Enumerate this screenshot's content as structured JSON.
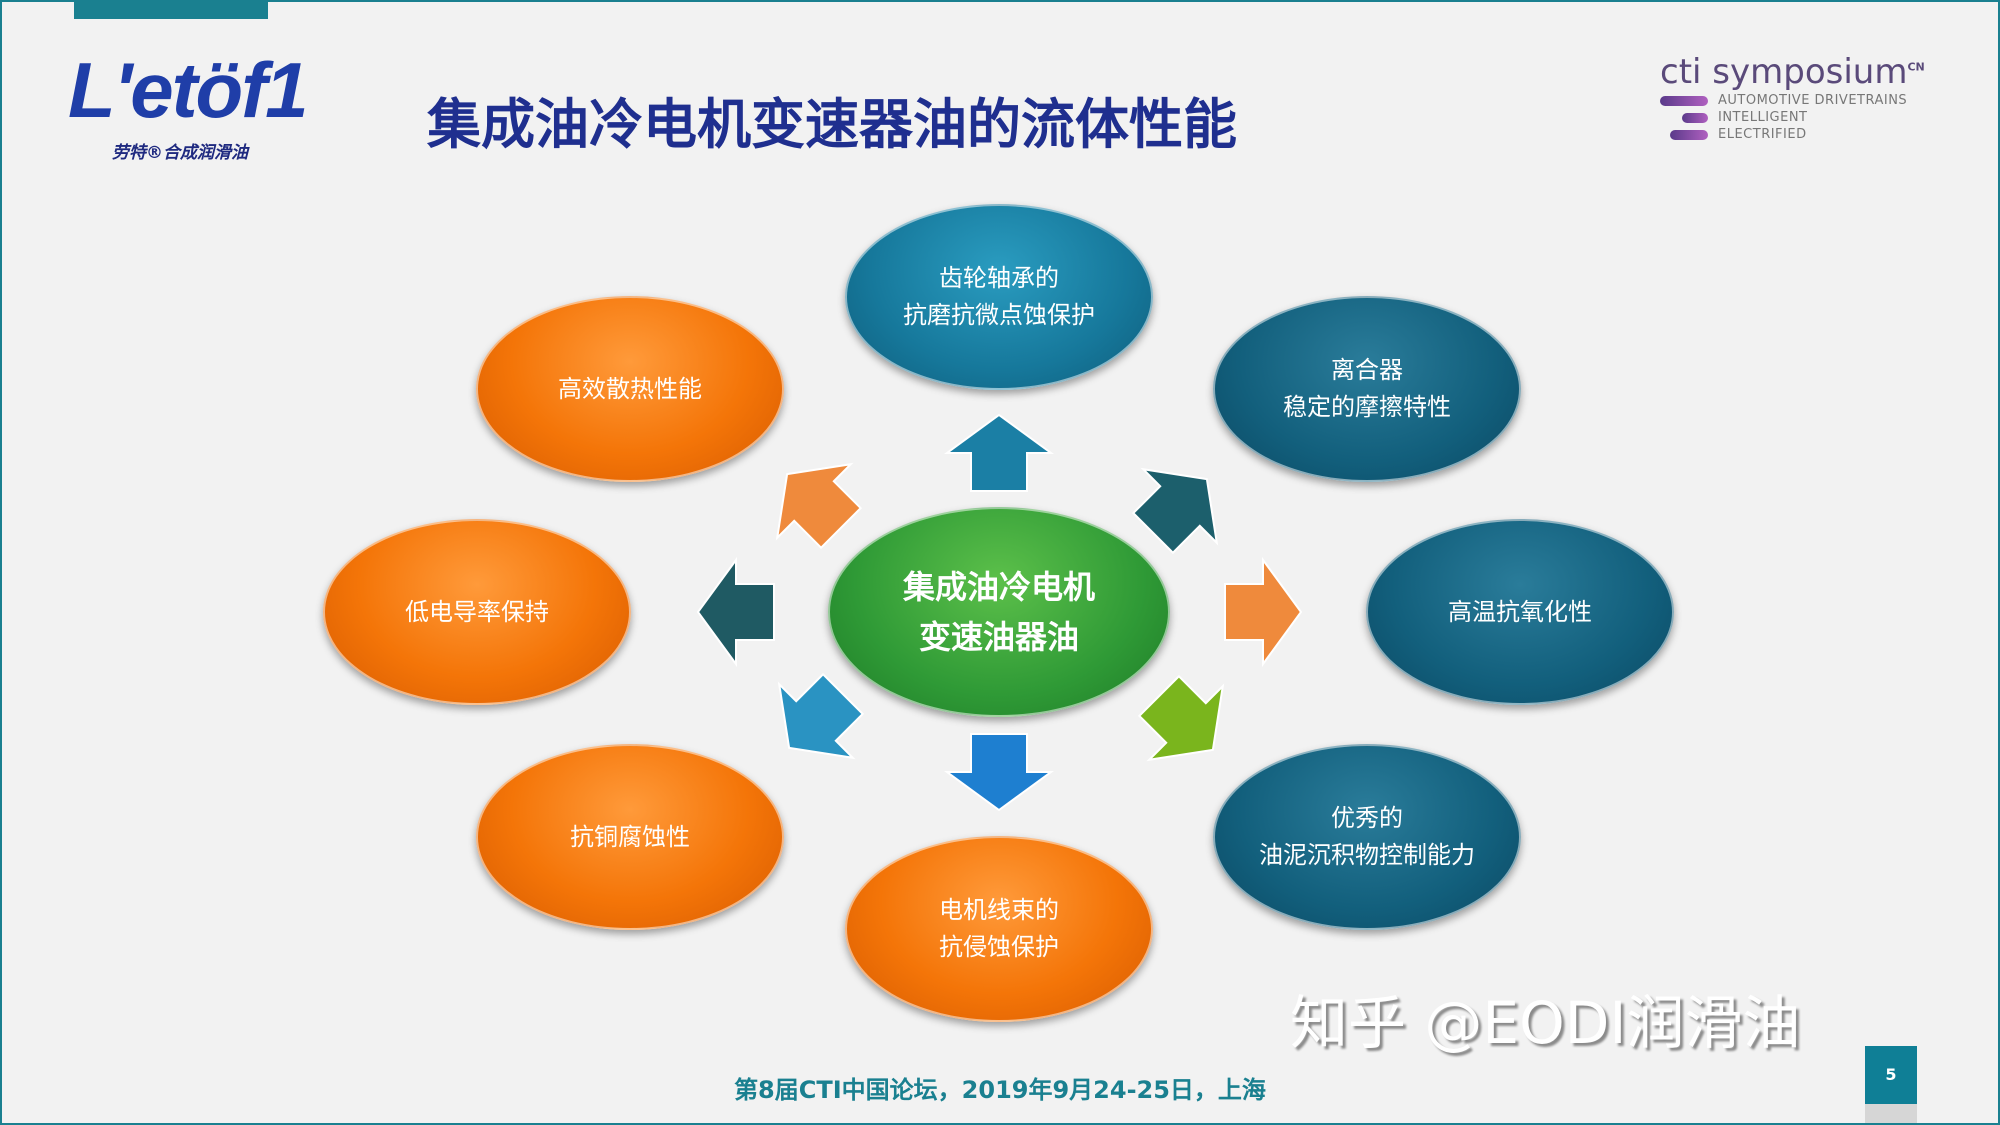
{
  "header": {
    "logo_text": "L'etöf1",
    "logo_subtitle": "劳特®合成润滑油",
    "title": "集成油冷电机变速器油的流体性能",
    "cti_logo": {
      "name": "cti symposium",
      "superscript": "CN",
      "lines": [
        "AUTOMOTIVE DRIVETRAINS",
        "INTELLIGENT",
        "ELECTRIFIED"
      ]
    }
  },
  "diagram": {
    "center": [
      "集成油冷电机",
      "变速油器油"
    ],
    "nodes": [
      {
        "id": "top",
        "lines": [
          "齿轮轴承的",
          "抗磨抗微点蚀保护"
        ],
        "color": "#16789b"
      },
      {
        "id": "top-right",
        "lines": [
          "离合器",
          "稳定的摩擦特性"
        ],
        "color": "#125f7c"
      },
      {
        "id": "right",
        "lines": [
          "高温抗氧化性"
        ],
        "color": "#125f7c"
      },
      {
        "id": "bottom-right",
        "lines": [
          "优秀的",
          "油泥沉积物控制能力"
        ],
        "color": "#125f7c"
      },
      {
        "id": "bottom",
        "lines": [
          "电机线束的",
          "抗侵蚀保护"
        ],
        "color": "#f47508"
      },
      {
        "id": "bottom-left",
        "lines": [
          "抗铜腐蚀性"
        ],
        "color": "#f47508"
      },
      {
        "id": "left",
        "lines": [
          "低电导率保持"
        ],
        "color": "#f47508"
      },
      {
        "id": "top-left",
        "lines": [
          "高效散热性能"
        ],
        "color": "#f47508"
      }
    ],
    "arrow_colors": {
      "top": "#1b7fa5",
      "top-right": "#1c5f6c",
      "right": "#ef8a3c",
      "bottom-right": "#7ab51d",
      "bottom": "#1e7fd0",
      "bottom-left": "#2a93c2",
      "left": "#1f5a63",
      "top-left": "#ef8a3c"
    }
  },
  "footer": {
    "text": "第8届CTI中国论坛，2019年9月24-25日，上海",
    "page_number": "5"
  },
  "watermark": "知乎 @EODI润滑油"
}
